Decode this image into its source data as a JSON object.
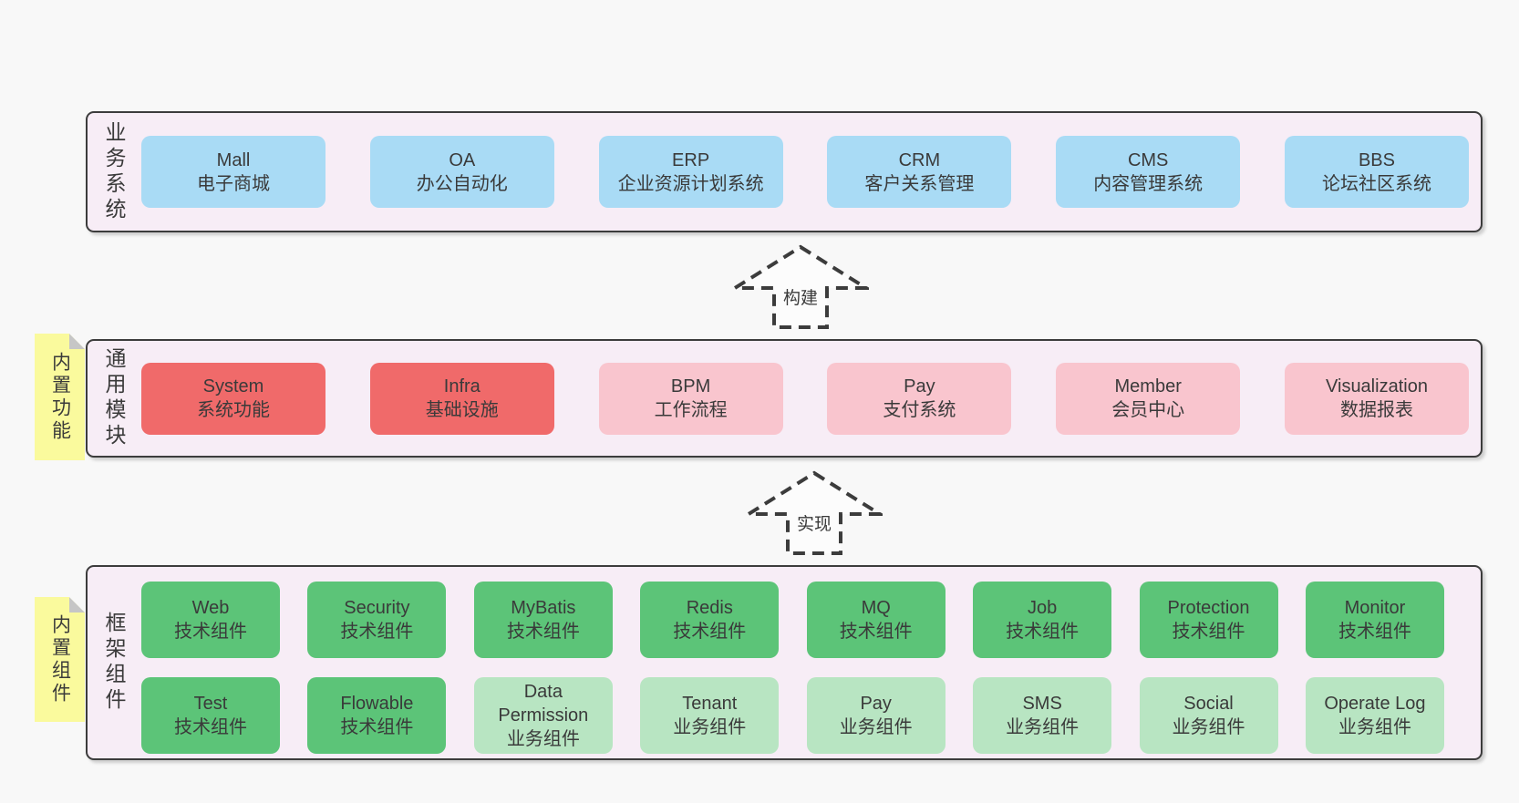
{
  "palette": {
    "page_background": "#f8f8f8",
    "band_background": "#f7edf6",
    "band_border": "#3c3c3c",
    "blue_box": "#a9dbf5",
    "red_box": "#f06a6a",
    "pink_box": "#f9c5ce",
    "green_box": "#5cc478",
    "light_green_box": "#b8e5c2",
    "sticky_yellow": "#fafa9d",
    "sticky_fold_gray": "#c6c6c6",
    "text": "#3a3a3a"
  },
  "arrows": [
    {
      "id": "build",
      "label": "构建"
    },
    {
      "id": "implement",
      "label": "实现"
    }
  ],
  "bands": [
    {
      "id": "business-systems",
      "side_label": "业务系统",
      "rows": [
        [
          {
            "title": "Mall",
            "subtitle": "电子商城",
            "variant": "blue"
          },
          {
            "title": "OA",
            "subtitle": "办公自动化",
            "variant": "blue"
          },
          {
            "title": "ERP",
            "subtitle": "企业资源计划系统",
            "variant": "blue"
          },
          {
            "title": "CRM",
            "subtitle": "客户关系管理",
            "variant": "blue"
          },
          {
            "title": "CMS",
            "subtitle": "内容管理系统",
            "variant": "blue"
          },
          {
            "title": "BBS",
            "subtitle": "论坛社区系统",
            "variant": "blue"
          }
        ]
      ]
    },
    {
      "id": "common-modules",
      "side_label": "通用模块",
      "sticky": "内置功能",
      "rows": [
        [
          {
            "title": "System",
            "subtitle": "系统功能",
            "variant": "red"
          },
          {
            "title": "Infra",
            "subtitle": "基础设施",
            "variant": "red"
          },
          {
            "title": "BPM",
            "subtitle": "工作流程",
            "variant": "pink"
          },
          {
            "title": "Pay",
            "subtitle": "支付系统",
            "variant": "pink"
          },
          {
            "title": "Member",
            "subtitle": "会员中心",
            "variant": "pink"
          },
          {
            "title": "Visualization",
            "subtitle": "数据报表",
            "variant": "pink"
          }
        ]
      ]
    },
    {
      "id": "framework-components",
      "side_label": "框架组件",
      "sticky": "内置组件",
      "rows": [
        [
          {
            "title": "Web",
            "subtitle": "技术组件",
            "variant": "green"
          },
          {
            "title": "Security",
            "subtitle": "技术组件",
            "variant": "green"
          },
          {
            "title": "MyBatis",
            "subtitle": "技术组件",
            "variant": "green"
          },
          {
            "title": "Redis",
            "subtitle": "技术组件",
            "variant": "green"
          },
          {
            "title": "MQ",
            "subtitle": "技术组件",
            "variant": "green"
          },
          {
            "title": "Job",
            "subtitle": "技术组件",
            "variant": "green"
          },
          {
            "title": "Protection",
            "subtitle": "技术组件",
            "variant": "green"
          },
          {
            "title": "Monitor",
            "subtitle": "技术组件",
            "variant": "green"
          }
        ],
        [
          {
            "title": "Test",
            "subtitle": "技术组件",
            "variant": "green"
          },
          {
            "title": "Flowable",
            "subtitle": "技术组件",
            "variant": "green"
          },
          {
            "title": "Data Permission",
            "subtitle": "业务组件",
            "variant": "lightgreen"
          },
          {
            "title": "Tenant",
            "subtitle": "业务组件",
            "variant": "lightgreen"
          },
          {
            "title": "Pay",
            "subtitle": "业务组件",
            "variant": "lightgreen"
          },
          {
            "title": "SMS",
            "subtitle": "业务组件",
            "variant": "lightgreen"
          },
          {
            "title": "Social",
            "subtitle": "业务组件",
            "variant": "lightgreen"
          },
          {
            "title": "Operate Log",
            "subtitle": "业务组件",
            "variant": "lightgreen"
          }
        ]
      ]
    }
  ]
}
